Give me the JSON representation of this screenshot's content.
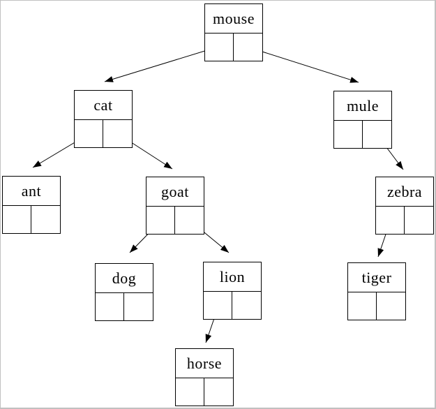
{
  "diagram": {
    "title": "binary-tree-of-linked-nodes",
    "colors": {
      "line": "#000000",
      "background": "#ffffff",
      "frame_border": "#c0c0c0"
    },
    "nodes": [
      {
        "id": "mouse",
        "label": "mouse"
      },
      {
        "id": "cat",
        "label": "cat"
      },
      {
        "id": "mule",
        "label": "mule"
      },
      {
        "id": "ant",
        "label": "ant"
      },
      {
        "id": "goat",
        "label": "goat"
      },
      {
        "id": "zebra",
        "label": "zebra"
      },
      {
        "id": "dog",
        "label": "dog"
      },
      {
        "id": "lion",
        "label": "lion"
      },
      {
        "id": "tiger",
        "label": "tiger"
      },
      {
        "id": "horse",
        "label": "horse"
      }
    ],
    "edges": [
      {
        "from": "mouse",
        "pointer": "left",
        "to": "cat"
      },
      {
        "from": "mouse",
        "pointer": "right",
        "to": "mule"
      },
      {
        "from": "cat",
        "pointer": "left",
        "to": "ant"
      },
      {
        "from": "cat",
        "pointer": "right",
        "to": "goat"
      },
      {
        "from": "mule",
        "pointer": "right",
        "to": "zebra"
      },
      {
        "from": "goat",
        "pointer": "left",
        "to": "dog"
      },
      {
        "from": "goat",
        "pointer": "right",
        "to": "lion"
      },
      {
        "from": "zebra",
        "pointer": "left",
        "to": "tiger"
      },
      {
        "from": "lion",
        "pointer": "left",
        "to": "horse"
      }
    ]
  }
}
